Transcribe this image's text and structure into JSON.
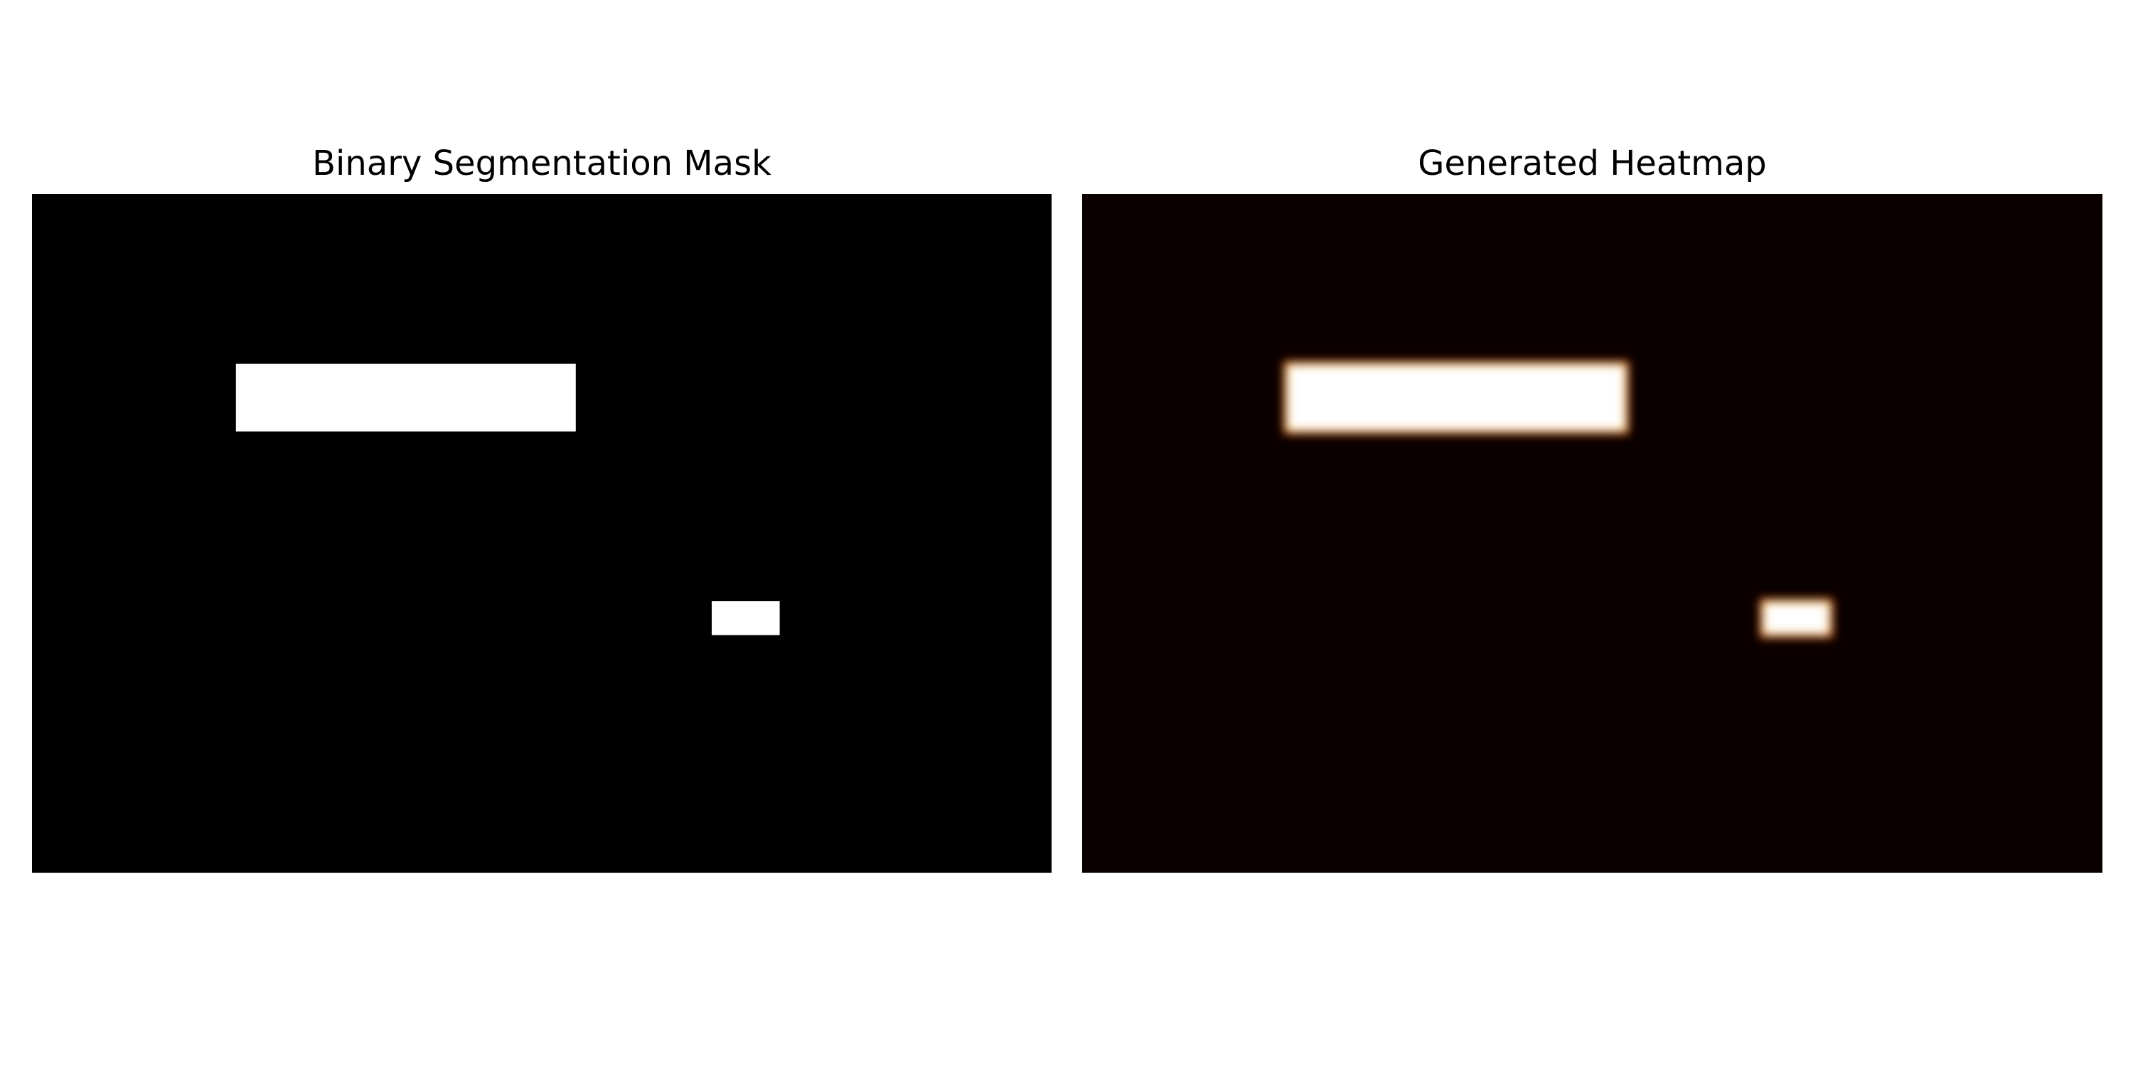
{
  "chart_data": [
    {
      "type": "heatmap",
      "title": "Binary Segmentation Mask",
      "xlabel": "",
      "ylabel": "",
      "axes_visible": false,
      "grid": false,
      "colormap": "gray",
      "background_value": 0,
      "image_shape": [
        200,
        300
      ],
      "regions": [
        {
          "x": [
            60,
            160
          ],
          "y": [
            50,
            70
          ],
          "value": 1
        },
        {
          "x": [
            200,
            220
          ],
          "y": [
            120,
            130
          ],
          "value": 1
        }
      ],
      "colors": {
        "low": "#000000",
        "high": "#ffffff"
      }
    },
    {
      "type": "heatmap",
      "title": "Generated Heatmap",
      "xlabel": "",
      "ylabel": "",
      "axes_visible": false,
      "grid": false,
      "colormap": "hot",
      "background_value": 0.02,
      "image_shape": [
        200,
        300
      ],
      "blur": "gaussian",
      "regions": [
        {
          "x": [
            60,
            160
          ],
          "y": [
            50,
            70
          ],
          "value": 1
        },
        {
          "x": [
            200,
            220
          ],
          "y": [
            120,
            130
          ],
          "value": 1
        }
      ],
      "colors": {
        "background": "#0b0000",
        "edge_red": "#cc0000",
        "edge_yellow": "#ffd400",
        "core": "#ffffff"
      }
    }
  ]
}
